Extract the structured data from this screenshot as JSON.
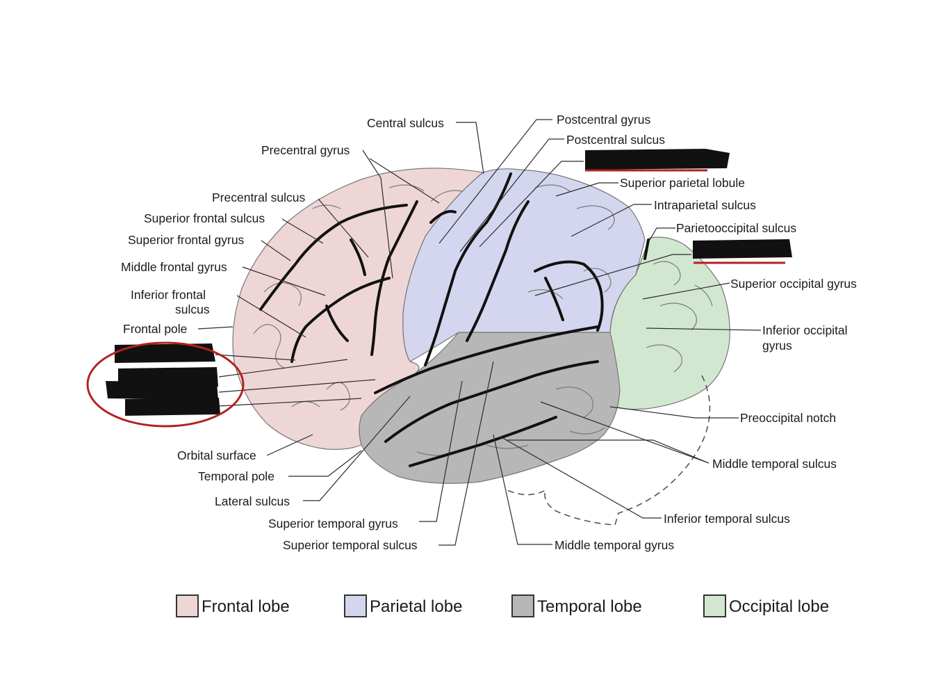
{
  "colors": {
    "frontal": "#efd6d6",
    "parietal": "#d3d6ee",
    "temporal": "#b7b7b7",
    "occipital": "#d2e7cf",
    "highlight": "#c0392b",
    "redaction": "#111111"
  },
  "labels": {
    "central_sulcus": "Central sulcus",
    "precentral_gyrus": "Precentral gyrus",
    "precentral_sulcus": "Precentral sulcus",
    "superior_frontal_sulcus": "Superior frontal sulcus",
    "superior_frontal_gyrus": "Superior frontal gyrus",
    "middle_frontal_gyrus": "Middle frontal gyrus",
    "inferior_frontal_sulcus_1": "Inferior frontal",
    "inferior_frontal_sulcus_2": "sulcus",
    "frontal_pole": "Frontal pole",
    "orbital_surface": "Orbital surface",
    "temporal_pole": "Temporal pole",
    "lateral_sulcus": "Lateral sulcus",
    "superior_temporal_gyrus": "Superior temporal gyrus",
    "superior_temporal_sulcus": "Superior temporal sulcus",
    "postcentral_gyrus": "Postcentral gyrus",
    "postcentral_sulcus": "Postcentral sulcus",
    "superior_parietal_lobule": "Superior parietal lobule",
    "intraparietal_sulcus": "Intraparietal sulcus",
    "parietooccipital_sulcus": "Parietooccipital sulcus",
    "superior_occipital_gyrus": "Superior occipital gyrus",
    "inferior_occipital_gyrus_1": "Inferior occipital",
    "inferior_occipital_gyrus_2": "gyrus",
    "preoccipital_notch": "Preoccipital notch",
    "middle_temporal_sulcus": "Middle temporal sulcus",
    "inferior_temporal_sulcus": "Inferior temporal sulcus",
    "middle_temporal_gyrus": "Middle temporal gyrus"
  },
  "legend": {
    "frontal": "Frontal lobe",
    "parietal": "Parietal lobe",
    "temporal": "Temporal lobe",
    "occipital": "Occipital lobe"
  }
}
